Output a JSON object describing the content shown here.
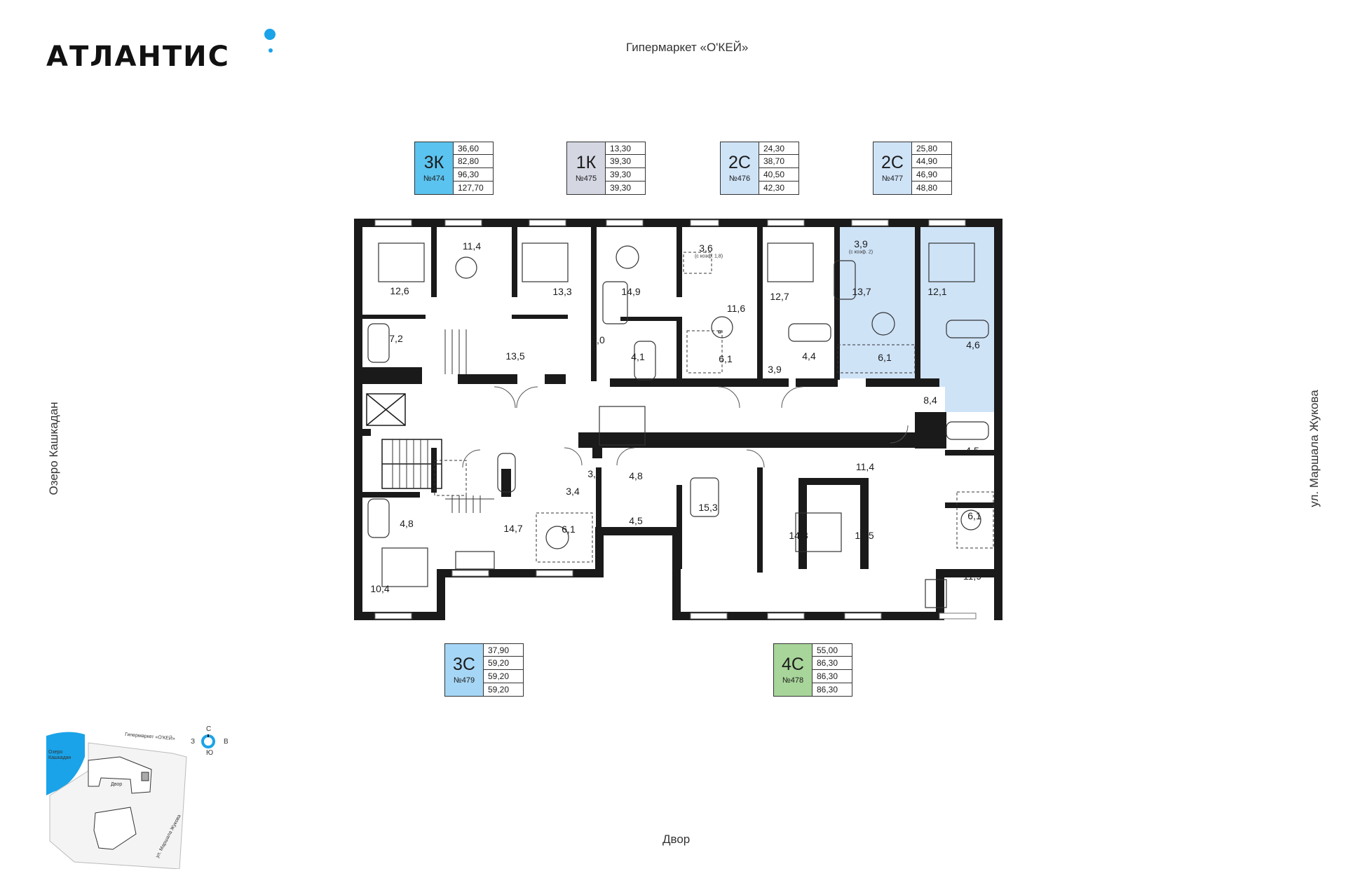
{
  "logo": {
    "text": "АТЛАНТИС",
    "color": "#111111",
    "accent": "#1aa3e8"
  },
  "labels": {
    "top": "Гипермаркет «О'КЕЙ»",
    "bottom": "Двор",
    "left": "Озеро Кашкадан",
    "right": "ул. Маршала Жукова"
  },
  "apartments": [
    {
      "type": "3К",
      "number": "№474",
      "color": "#5bc3ef",
      "areas": [
        "36,60",
        "82,80",
        "96,30",
        "127,70"
      ]
    },
    {
      "type": "1К",
      "number": "№475",
      "color": "#d4d6e2",
      "areas": [
        "13,30",
        "39,30",
        "39,30",
        "39,30"
      ]
    },
    {
      "type": "2С",
      "number": "№476",
      "color": "#cfe3f7",
      "areas": [
        "24,30",
        "38,70",
        "40,50",
        "42,30"
      ]
    },
    {
      "type": "2С",
      "number": "№477",
      "color": "#cfe3f7",
      "areas": [
        "25,80",
        "44,90",
        "46,90",
        "48,80"
      ]
    },
    {
      "type": "3С",
      "number": "№479",
      "color": "#a6d6f5",
      "areas": [
        "37,90",
        "59,20",
        "59,20",
        "59,20"
      ]
    },
    {
      "type": "4С",
      "number": "№478",
      "color": "#a8d59a",
      "areas": [
        "55,00",
        "86,30",
        "86,30",
        "86,30"
      ]
    }
  ],
  "rooms": {
    "r1": "12,6",
    "r2": "11,4",
    "r3": "13,3",
    "r4": "14,9",
    "r5": "3,6",
    "r6": "12,7",
    "r7": "3,9",
    "r8": "12,1",
    "r9": "7,2",
    "r10": "13,5",
    "r11": "7,0",
    "r12": "4,1",
    "r13": "11,6",
    "r14": "13,7",
    "r15": "6,1",
    "r16": "3,9",
    "r17": "4,4",
    "r18": "6,1",
    "r19": "4,6",
    "r20": "8,4",
    "r21": "4,5",
    "r22": "11,4",
    "r23": "3,4",
    "r24": "3,4",
    "r25": "4,8",
    "r26": "4,5",
    "r27": "15,3",
    "r28": "4,8",
    "r29": "14,7",
    "r30": "6,1",
    "r31": "14,3",
    "r32": "13,5",
    "r33": "6,1",
    "r34": "10,4",
    "r35": "11,9"
  },
  "coefs": {
    "c1": "(с коэф. 1,8)",
    "c2": "(с коэф. 2)"
  },
  "minimap": {
    "lake": "Озеро Кашкадан",
    "shop": "Гипермаркет «О'КЕЙ»",
    "yard": "Двор",
    "street": "ул. Маршала Жукова",
    "compass": {
      "n": "С",
      "s": "Ю",
      "w": "З",
      "e": "В"
    }
  }
}
